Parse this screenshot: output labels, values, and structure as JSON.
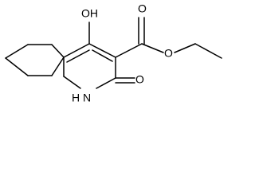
{
  "labels": {
    "hydroxyl": "OH",
    "ester_carbonyl_oxygen": "O",
    "ester_bridge_oxygen": "O",
    "amine": "H",
    "amine_n": "N",
    "lactam_oxygen": "O"
  }
}
